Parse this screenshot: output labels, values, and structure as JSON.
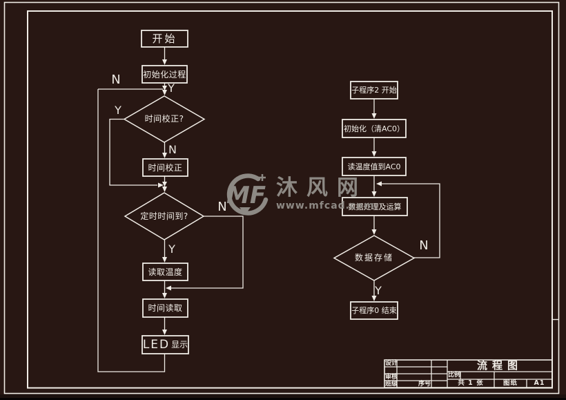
{
  "drawing": {
    "background_color": "#281713",
    "line_color": "#f1ede7",
    "watermark_color": "#8d8984"
  },
  "left_flowchart": {
    "start": "开始",
    "init": "初始化过程",
    "time_check_question": "时间校正?",
    "time_correct": "时间校正",
    "timer_question": "定时时间到?",
    "read_temperature": "读取温度",
    "read_time": "时间读取",
    "led_prefix": "LED",
    "led_suffix": "显示",
    "labels": {
      "loop_n": "N",
      "enter_y": "Y",
      "bypass_y": "Y",
      "to_correct_n": "N",
      "timer_n": "N",
      "timer_y": "Y"
    }
  },
  "right_flowchart": {
    "start": "子程序2 开始",
    "init": "初始化（清AC0）",
    "read_value": "读温度值到AC0",
    "process": "数据处理及运算",
    "store_question": "数据存储",
    "end": "子程序0 结束",
    "labels": {
      "store_n": "N",
      "store_y": "Y"
    }
  },
  "watermark": {
    "logo_text": "MF",
    "site_name": "沐风网",
    "site_url": "www.mfcad.com"
  },
  "title_block": {
    "design_label": "设计",
    "review_label": "审核",
    "class_label": "班级",
    "serial_label": "序号",
    "drawing_title": "流程图",
    "scale_label": "比例",
    "sheet_count": "共 1 张",
    "paper_label": "图纸",
    "paper_size": "A1"
  }
}
